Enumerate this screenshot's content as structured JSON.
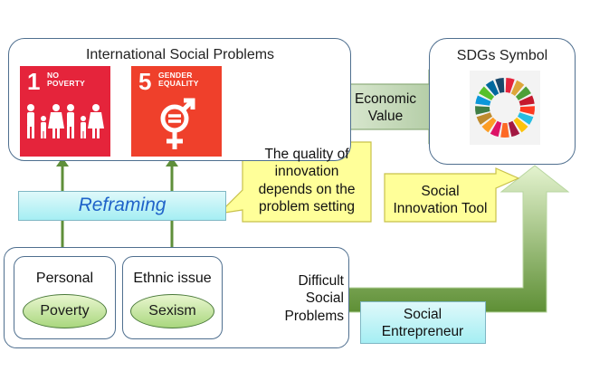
{
  "intl_box": {
    "title": "International Social Problems"
  },
  "sdg_tiles": [
    {
      "number": "1",
      "label": "NO\nPOVERTY",
      "color": "#e5243b"
    },
    {
      "number": "5",
      "label": "GENDER\nEQUALITY",
      "color": "#ef402b"
    }
  ],
  "sdgs_box": {
    "title": "SDGs Symbol"
  },
  "economic_value": {
    "text": "Economic\nValue"
  },
  "quality_callout": {
    "text": "The quality of\ninnovation\ndepends on the\nproblem setting"
  },
  "social_tool_callout": {
    "text": "Social\nInnovation Tool"
  },
  "reframing": {
    "label": "Reframing"
  },
  "difficult_box": {
    "label": "Difficult\nSocial\nProblems",
    "groups": [
      {
        "title": "Personal",
        "item": "Poverty"
      },
      {
        "title": "Ethnic issue",
        "item": "Sexism"
      }
    ]
  },
  "entrepreneur": {
    "text": "Social\nEntrepreneur"
  },
  "colors": {
    "frame_border": "#4f6f8f",
    "callout_fill": "#ffff99",
    "callout_border": "#c8c14a",
    "cyan_fill": "#b7f1f4",
    "green_arrow": "#5f8f3a"
  }
}
